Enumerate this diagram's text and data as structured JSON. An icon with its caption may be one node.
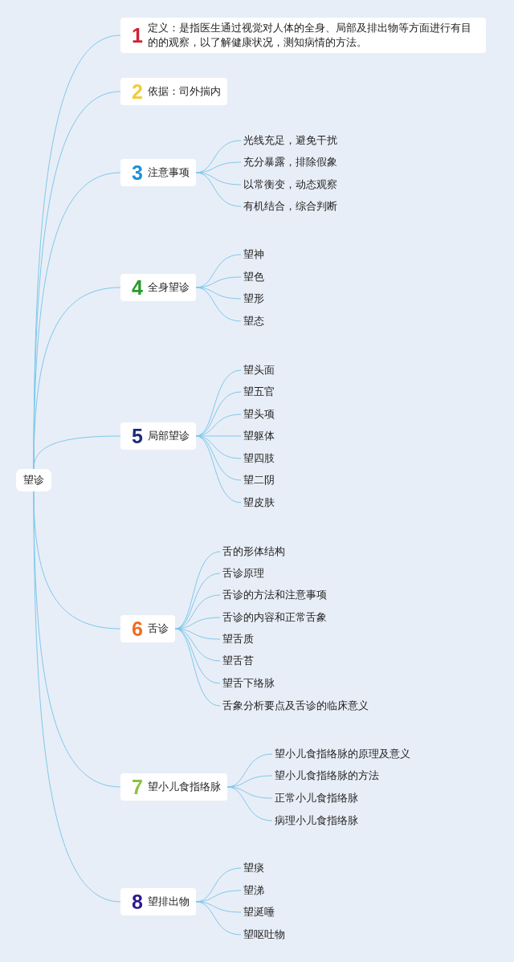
{
  "diagram": {
    "nodes": [
      {
        "text": [
          "望诊"
        ]
      },
      {
        "text": [
          "1",
          "定义：是指医生通过视觉对人体的全身、局部及排出物等方面进行有目的的观察，以了解健康状况，测知病情的方法。"
        ]
      },
      {
        "text": [
          "2",
          "依据：司外揣内"
        ]
      },
      {
        "text": [
          "3",
          "注意事项"
        ]
      },
      {
        "text": [
          "光线充足，避免干扰"
        ]
      },
      {
        "text": [
          "充分暴露，排除假象"
        ]
      },
      {
        "text": [
          "以常衡变，动态观察"
        ]
      },
      {
        "text": [
          "有机结合，综合判断"
        ]
      },
      {
        "text": [
          "4",
          "全身望诊"
        ]
      },
      {
        "text": [
          "望神"
        ]
      },
      {
        "text": [
          "望色"
        ]
      },
      {
        "text": [
          "望形"
        ]
      },
      {
        "text": [
          "望态"
        ]
      },
      {
        "text": [
          "5",
          "局部望诊"
        ]
      },
      {
        "text": [
          "望头面"
        ]
      },
      {
        "text": [
          "望五官"
        ]
      },
      {
        "text": [
          "望头项"
        ]
      },
      {
        "text": [
          "望躯体"
        ]
      },
      {
        "text": [
          "望四肢"
        ]
      },
      {
        "text": [
          "望二阴"
        ]
      },
      {
        "text": [
          "望皮肤"
        ]
      },
      {
        "text": [
          "6",
          "舌诊"
        ]
      },
      {
        "text": [
          "舌的形体结构"
        ]
      },
      {
        "text": [
          "舌诊原理"
        ]
      },
      {
        "text": [
          "舌诊的方法和注意事项"
        ]
      },
      {
        "text": [
          "舌诊的内容和正常舌象"
        ]
      },
      {
        "text": [
          "望舌质"
        ]
      },
      {
        "text": [
          "望舌苔"
        ]
      },
      {
        "text": [
          "望舌下络脉"
        ]
      },
      {
        "text": [
          "舌象分析要点及舌诊的临床意义"
        ]
      },
      {
        "text": [
          "7",
          "望小儿食指络脉"
        ]
      },
      {
        "text": [
          "望小儿食指络脉的原理及意义"
        ]
      },
      {
        "text": [
          "望小儿食指络脉的方法"
        ]
      },
      {
        "text": [
          "正常小儿食指络脉"
        ]
      },
      {
        "text": [
          "病理小儿食指络脉"
        ]
      },
      {
        "text": [
          "8",
          "望排出物"
        ]
      },
      {
        "text": [
          "望痰"
        ]
      },
      {
        "text": [
          "望涕"
        ]
      },
      {
        "text": [
          "望涎唾"
        ]
      },
      {
        "text": [
          "望呕吐物"
        ]
      }
    ],
    "edges": [
      {
        "from": 0,
        "to": 1,
        "arrow": "none"
      },
      {
        "from": 0,
        "to": 2,
        "arrow": "none"
      },
      {
        "from": 0,
        "to": 3,
        "arrow": "none"
      },
      {
        "from": 3,
        "to": 4,
        "arrow": "none"
      },
      {
        "from": 3,
        "to": 5,
        "arrow": "none"
      },
      {
        "from": 3,
        "to": 6,
        "arrow": "none"
      },
      {
        "from": 3,
        "to": 7,
        "arrow": "none"
      },
      {
        "from": 0,
        "to": 8,
        "arrow": "none"
      },
      {
        "from": 8,
        "to": 9,
        "arrow": "none"
      },
      {
        "from": 8,
        "to": 10,
        "arrow": "none"
      },
      {
        "from": 8,
        "to": 11,
        "arrow": "none"
      },
      {
        "from": 8,
        "to": 12,
        "arrow": "none"
      },
      {
        "from": 0,
        "to": 13,
        "arrow": "none"
      },
      {
        "from": 13,
        "to": 14,
        "arrow": "none"
      },
      {
        "from": 13,
        "to": 15,
        "arrow": "none"
      },
      {
        "from": 13,
        "to": 16,
        "arrow": "none"
      },
      {
        "from": 13,
        "to": 17,
        "arrow": "none"
      },
      {
        "from": 13,
        "to": 18,
        "arrow": "none"
      },
      {
        "from": 13,
        "to": 19,
        "arrow": "none"
      },
      {
        "from": 13,
        "to": 20,
        "arrow": "none"
      },
      {
        "from": 0,
        "to": 21,
        "arrow": "none"
      },
      {
        "from": 21,
        "to": 22,
        "arrow": "none"
      },
      {
        "from": 21,
        "to": 23,
        "arrow": "none"
      },
      {
        "from": 21,
        "to": 24,
        "arrow": "none"
      },
      {
        "from": 21,
        "to": 25,
        "arrow": "none"
      },
      {
        "from": 21,
        "to": 26,
        "arrow": "none"
      },
      {
        "from": 21,
        "to": 27,
        "arrow": "none"
      },
      {
        "from": 21,
        "to": 28,
        "arrow": "none"
      },
      {
        "from": 21,
        "to": 29,
        "arrow": "none"
      },
      {
        "from": 0,
        "to": 30,
        "arrow": "none"
      },
      {
        "from": 30,
        "to": 31,
        "arrow": "none"
      },
      {
        "from": 30,
        "to": 32,
        "arrow": "none"
      },
      {
        "from": 30,
        "to": 33,
        "arrow": "none"
      },
      {
        "from": 30,
        "to": 34,
        "arrow": "none"
      },
      {
        "from": 0,
        "to": 35,
        "arrow": "none"
      },
      {
        "from": 35,
        "to": 36,
        "arrow": "none"
      },
      {
        "from": 35,
        "to": 37,
        "arrow": "none"
      },
      {
        "from": 35,
        "to": 38,
        "arrow": "none"
      },
      {
        "from": 35,
        "to": 39,
        "arrow": "none"
      }
    ]
  }
}
